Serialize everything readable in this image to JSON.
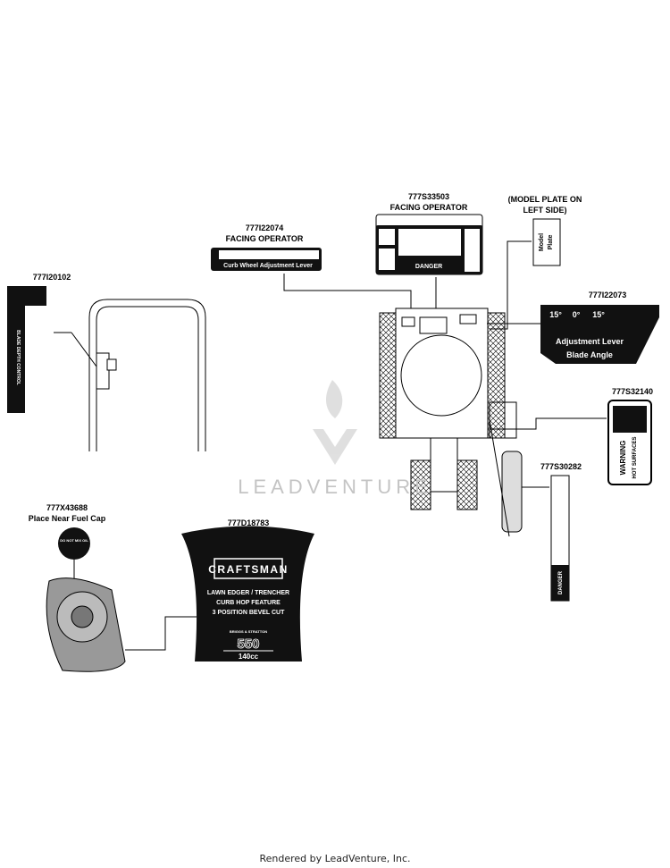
{
  "labels": {
    "depth_control": "777I20102",
    "curb_wheel": "777I22074",
    "curb_wheel_note": "FACING OPERATOR",
    "danger_decal": "777S33503",
    "danger_decal_note": "FACING OPERATOR",
    "model_plate_note_1": "(MODEL PLATE ON",
    "model_plate_note_2": "LEFT SIDE)",
    "blade_angle": "777I22073",
    "warning_decal": "777S32140",
    "side_danger": "777S30282",
    "fuel_cap": "777X43688",
    "fuel_cap_note": "Place Near Fuel Cap",
    "main_decal": "777D18783"
  },
  "decals": {
    "depth_control_text": "BLADE DEPTH CONTROL",
    "curb_wheel_text": "Curb Wheel Adjustment Lever",
    "danger_text": "DANGER",
    "model_plate_1": "Model",
    "model_plate_2": "Plate",
    "blade_angle_1": "Blade Angle",
    "blade_angle_2": "Adjustment Lever",
    "angle_left": "15°",
    "angle_center": "0°",
    "angle_right": "15°",
    "warning_text": "WARNING",
    "hot_surfaces": "HOT SURFACES",
    "side_danger_text": "DANGER",
    "fuel_cap_text": "DO NOT MIX OIL",
    "brand": "CRAFTSMAN",
    "feature_1": "LAWN EDGER / TRENCHER",
    "feature_2": "CURB HOP FEATURE",
    "feature_3": "3 POSITION BEVEL CUT",
    "engine_brand": "BRIGGS & STRATTON",
    "engine_model": "550",
    "displacement": "140cc"
  },
  "watermark": "LEADVENTURE",
  "footer": "Rendered by LeadVenture, Inc."
}
